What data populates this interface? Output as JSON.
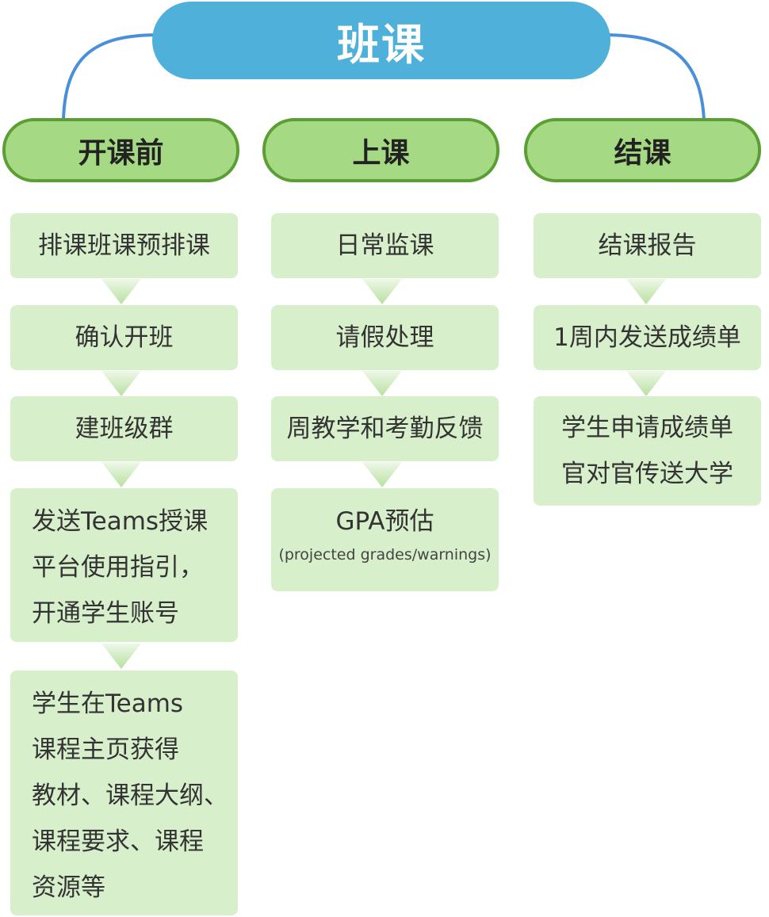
{
  "title": "班课",
  "columns": [
    {
      "header": "开课前",
      "steps": [
        {
          "lines": [
            "排课班课预排课"
          ]
        },
        {
          "lines": [
            "确认开班"
          ]
        },
        {
          "lines": [
            "建班级群"
          ]
        },
        {
          "lines": [
            "发送Teams授课",
            "平台使用指引，",
            "开通学生账号"
          ]
        },
        {
          "lines": [
            "学生在Teams",
            "课程主页获得",
            "教材、课程大纲、",
            "课程要求、课程",
            "资源等"
          ]
        }
      ]
    },
    {
      "header": "上课",
      "steps": [
        {
          "lines": [
            "日常监课"
          ]
        },
        {
          "lines": [
            "请假处理"
          ]
        },
        {
          "lines": [
            "周教学和考勤反馈"
          ]
        },
        {
          "lines": [
            "GPA预估"
          ],
          "sub": "(projected grades/warnings)"
        }
      ]
    },
    {
      "header": "结课",
      "steps": [
        {
          "lines": [
            "结课报告"
          ]
        },
        {
          "lines": [
            "1周内发送成绩单"
          ]
        },
        {
          "lines": [
            "学生申请成绩单",
            "官对官传送大学"
          ]
        }
      ]
    }
  ],
  "colors": {
    "title_fill": "#4fb0d9",
    "connector": "#4a90d9",
    "header_fill": "#a6d983",
    "header_border": "#5a9e34",
    "step_fill": "#d8efcb"
  }
}
